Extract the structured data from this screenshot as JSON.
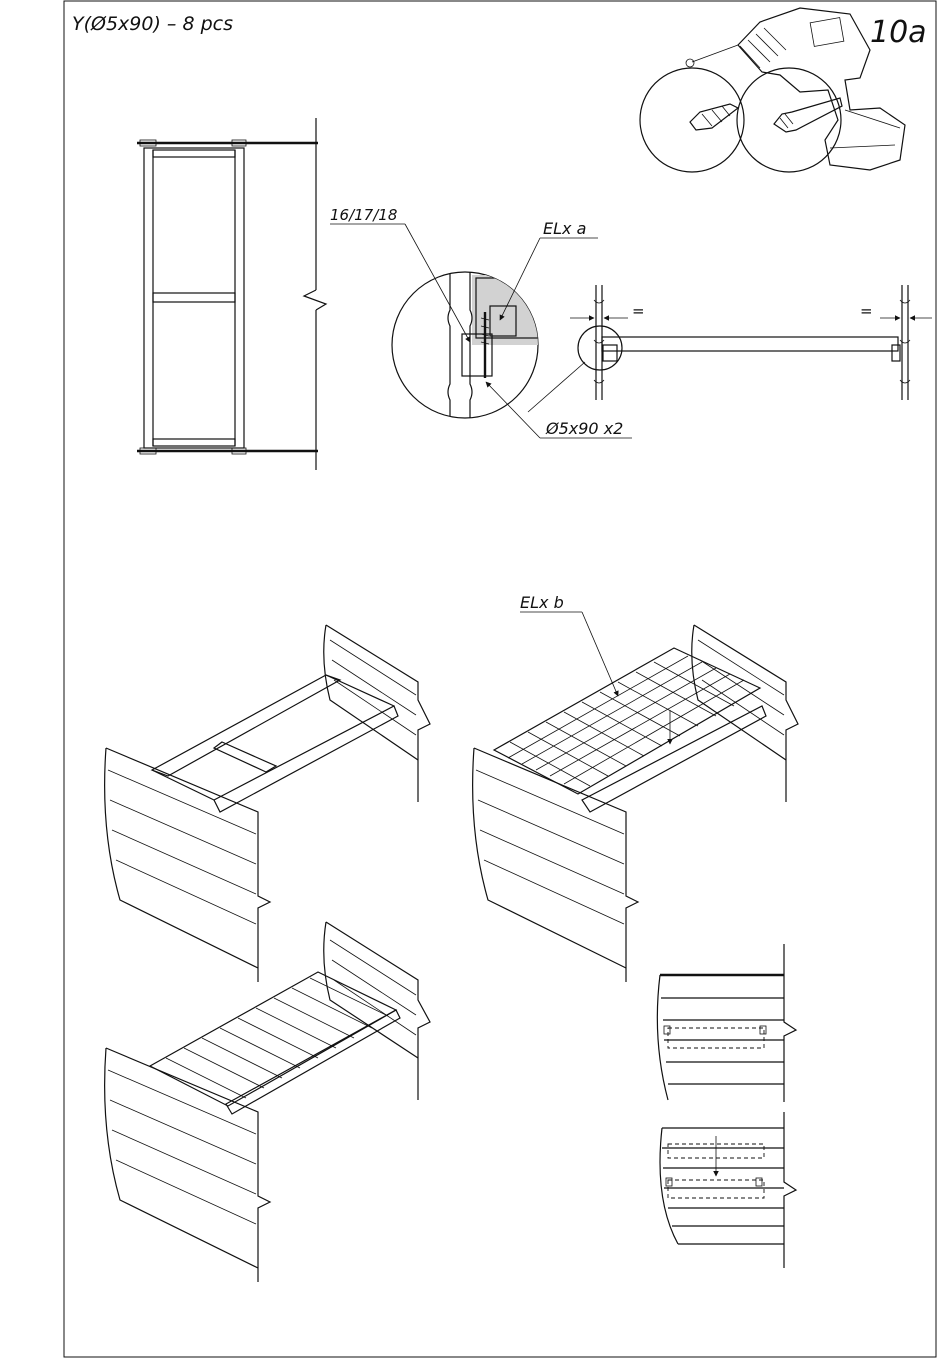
{
  "header": {
    "parts_text": "Y(Ø5x90) – 8 pcs",
    "step_number": "10a"
  },
  "callouts": {
    "wall_thickness": "16/17/18",
    "element_a": "ELx a",
    "screws": "Ø5x90 x2",
    "element_b": "ELx b",
    "equal_left": "=",
    "equal_right": "="
  },
  "icons": [
    "drill-icon",
    "drill-bit-icon",
    "screwdriver-bit-icon"
  ]
}
